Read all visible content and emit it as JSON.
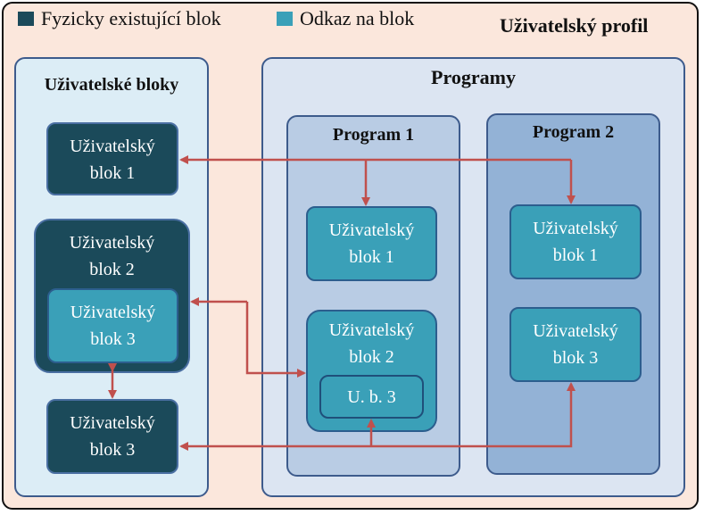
{
  "legend": {
    "physical_label": "Fyzicky existující blok",
    "reference_label": "Odkaz na blok",
    "physical_color": "#1b4a5a",
    "reference_color": "#3aa0b8"
  },
  "profile_title": "Uživatelský profil",
  "user_blocks": {
    "title": "Uživatelské bloky",
    "block1": {
      "line1": "Uživatelský",
      "line2": "blok 1"
    },
    "block2": {
      "line1": "Uživatelský",
      "line2": "blok 2"
    },
    "block2_inner": {
      "line1": "Uživatelský",
      "line2": "blok 3"
    },
    "block3": {
      "line1": "Uživatelský",
      "line2": "blok 3"
    }
  },
  "programs": {
    "title": "Programy",
    "program1": {
      "title": "Program 1",
      "block1": {
        "line1": "Uživatelský",
        "line2": "blok 1"
      },
      "block2": {
        "line1": "Uživatelský",
        "line2": "blok 2"
      },
      "block2_inner": "U. b. 3"
    },
    "program2": {
      "title": "Program 2",
      "block1": {
        "line1": "Uživatelský",
        "line2": "blok 1"
      },
      "block3": {
        "line1": "Uživatelský",
        "line2": "blok 3"
      }
    }
  },
  "colors": {
    "profile_bg": "#fbe7dc",
    "user_blocks_bg": "#dcedf6",
    "programs_bg": "#dce5f2",
    "program1_bg": "#b9cce4",
    "program2_bg": "#93b2d6",
    "arrow": "#c0504d"
  }
}
